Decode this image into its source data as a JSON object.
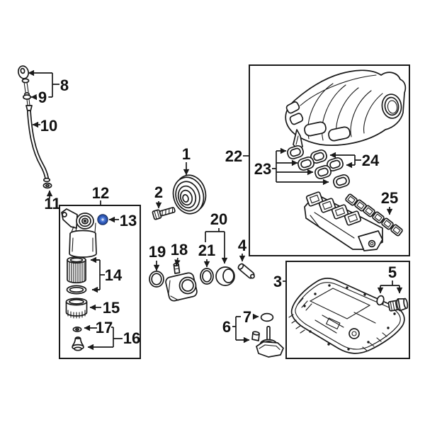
{
  "diagram": {
    "background": "#ffffff",
    "line_color": "#1a1a1a",
    "highlight_color": "#2b53ae",
    "highlight_inner": "#4a77d4",
    "highlight_center": "#d2ddf4",
    "highlighted_callout": "13",
    "callouts": {
      "1": "1",
      "2": "2",
      "3": "3",
      "4": "4",
      "5": "5",
      "6": "6",
      "7": "7",
      "8": "8",
      "9": "9",
      "10": "10",
      "11": "11",
      "12": "12",
      "13": "13",
      "14": "14",
      "15": "15",
      "16": "16",
      "17": "17",
      "18": "18",
      "19": "19",
      "20": "20",
      "21": "21",
      "22": "22",
      "23": "23",
      "24": "24",
      "25": "25"
    }
  }
}
